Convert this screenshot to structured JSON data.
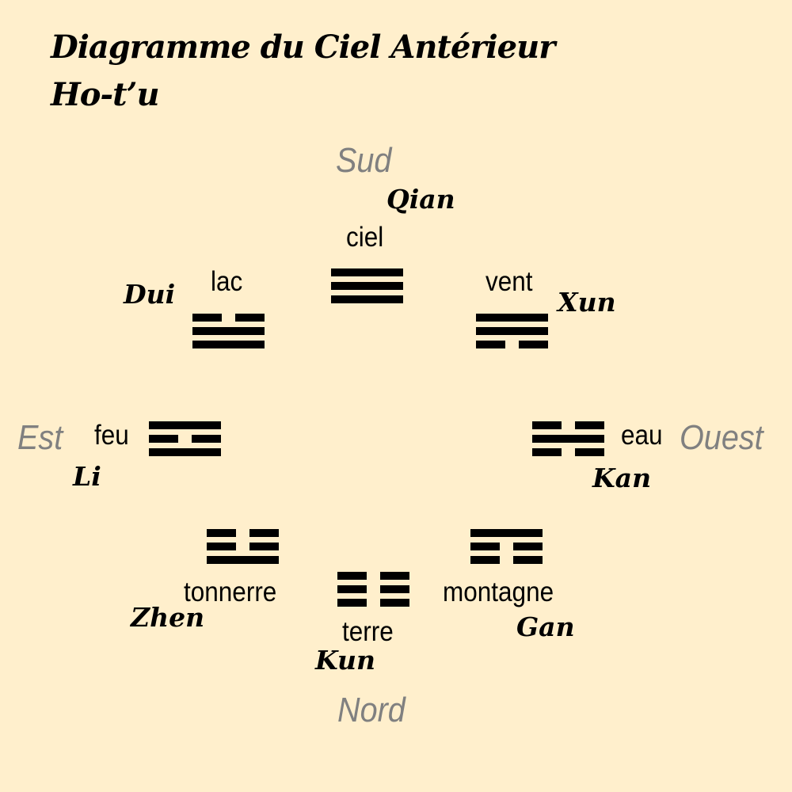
{
  "title": {
    "line1": "Diagramme du Ciel Antérieur",
    "line2": "Ho-t’u"
  },
  "directions": {
    "south": "Sud",
    "north": "Nord",
    "east": "Est",
    "west": "Ouest"
  },
  "trigrams": [
    {
      "id": "qian",
      "name": "Qian",
      "meaning": "ciel",
      "lines": [
        1,
        1,
        1
      ]
    },
    {
      "id": "dui",
      "name": "Dui",
      "meaning": "lac",
      "lines": [
        0,
        1,
        1
      ]
    },
    {
      "id": "xun",
      "name": "Xun",
      "meaning": "vent",
      "lines": [
        1,
        1,
        0
      ]
    },
    {
      "id": "li",
      "name": "Li",
      "meaning": "feu",
      "lines": [
        1,
        0,
        1
      ]
    },
    {
      "id": "kan",
      "name": "Kan",
      "meaning": "eau",
      "lines": [
        0,
        1,
        0
      ]
    },
    {
      "id": "zhen",
      "name": "Zhen",
      "meaning": "tonnerre",
      "lines": [
        0,
        0,
        1
      ]
    },
    {
      "id": "kun",
      "name": "Kun",
      "meaning": "terre",
      "lines": [
        0,
        0,
        0
      ]
    },
    {
      "id": "gen",
      "name": "Gan",
      "meaning": "montagne",
      "lines": [
        1,
        0,
        0
      ]
    }
  ]
}
